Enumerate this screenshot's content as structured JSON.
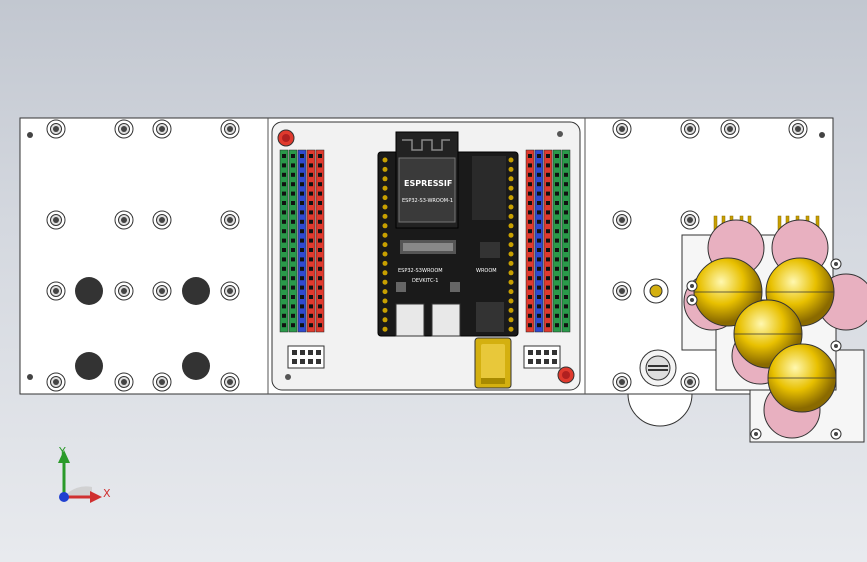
{
  "board": {
    "brand": "ESPRESSIF",
    "module_label": "ESP32-S3-WROOM-1",
    "board_label": "ESP32-S3",
    "dev_label": "WROOM",
    "sub_label": "DEVKITC-1",
    "side_label": "WROOM"
  },
  "axes": {
    "x_label": "X",
    "y_label": "Y"
  },
  "colors": {
    "background_top": "#c2c7d0",
    "plate": "#ffffff",
    "pcb": "#1a1a1a",
    "header_red": "#e03a2e",
    "header_blue": "#2f4ad0",
    "header_green": "#2a9a4a",
    "ball_gold": "#e8c000",
    "ball_pink": "#e8b0c0"
  }
}
